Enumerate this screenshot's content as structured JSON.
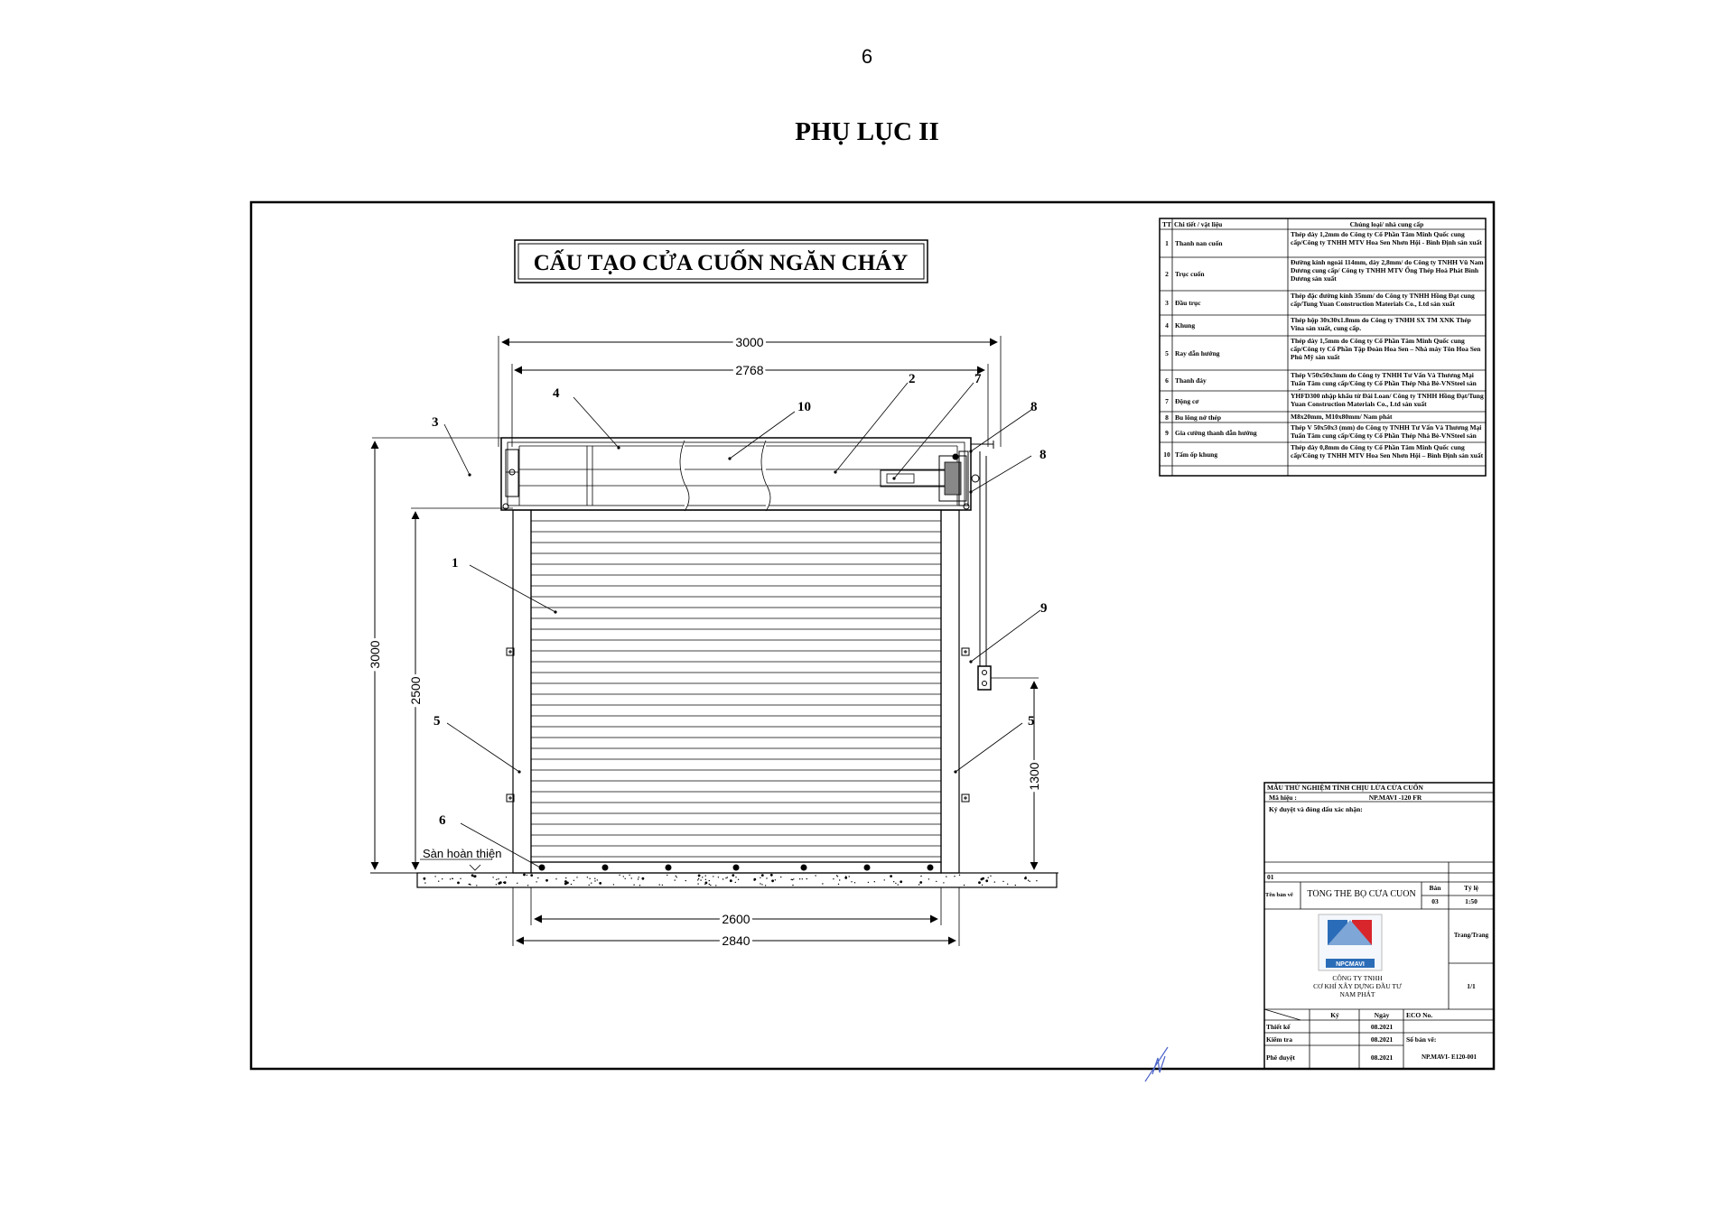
{
  "page": {
    "number": "6",
    "appendix_title": "PHỤ LỤC II"
  },
  "drawing": {
    "title": "CẤU TẠO CỬA CUỐN NGĂN CHÁY",
    "floor_label": "Sàn hoàn thiện",
    "dims": {
      "overall_width": "3000",
      "inner_width": "2768",
      "overall_height": "3000",
      "door_height": "2500",
      "control_height": "1300",
      "bottom_inner": "2600",
      "bottom_outer": "2840"
    },
    "callouts": [
      "1",
      "2",
      "3",
      "4",
      "5",
      "5",
      "6",
      "7",
      "8",
      "8",
      "9",
      "10"
    ]
  },
  "materials": {
    "headers": [
      "TT",
      "Chi tiết / vật liệu",
      "Chủng loại/ nhà cung cấp"
    ],
    "rows": [
      {
        "no": "1",
        "part": "Thanh nan cuốn",
        "spec": "Thép dày 1,2mm do Công ty Cổ Phần Tâm Minh Quốc cung cấp/Công ty TNHH MTV Hoa Sen Nhơn Hội - Bình Định sản xuất"
      },
      {
        "no": "2",
        "part": "Trục cuốn",
        "spec": "Đường kính ngoài 114mm, dày 2,8mm/ do Công ty TNHH Vũ Nam Dương cung cấp/ Công ty TNHH MTV Ống Thép Hoà Phát Bình Dương sản xuất"
      },
      {
        "no": "3",
        "part": "Đầu trục",
        "spec": "Thép đặc đường kính 35mm/ do Công ty TNHH Hồng Đạt cung cấp/Tung Yuan Construction Materials Co., Ltd sản xuất"
      },
      {
        "no": "4",
        "part": "Khung",
        "spec": "Thép hộp 30x30x1.8mm do Công ty TNHH SX TM XNK Thép Vina sản xuất, cung cấp."
      },
      {
        "no": "5",
        "part": "Ray dẫn hướng",
        "spec": "Thép dày 1,5mm do Công ty Cổ Phần Tâm Minh Quốc cung cấp/Công ty Cổ Phần Tập Đoàn Hoa Sen – Nhà máy Tôn Hoa Sen Phú Mỹ sản xuất"
      },
      {
        "no": "6",
        "part": "Thanh đáy",
        "spec": "Thép V50x50x3mm do Công ty TNHH Tư Vấn Và Thương Mại Tuấn Tâm cung cấp/Công ty Cổ Phần Thép Nhà Bè-VNSteel sản xuất."
      },
      {
        "no": "7",
        "part": "Động cơ",
        "spec": "YHFD300 nhập khẩu từ Đài Loan/ Công ty TNHH Hồng Đạt/Tung Yuan Construction Materials Co., Ltd sản xuất"
      },
      {
        "no": "8",
        "part": "Bu lông nở thép",
        "spec": "M8x20mm, M10x80mm/ Nam phát"
      },
      {
        "no": "9",
        "part": "Gia cường thanh dẫn hướng",
        "spec": "Thép V 50x50x3 (mm) do Công ty TNHH Tư Vấn Và Thương Mại Tuấn Tâm cung cấp/Công ty Cổ Phần Thép Nhà Bè-VNSteel sản xuất"
      },
      {
        "no": "10",
        "part": "Tấm ốp khung",
        "spec": "Thép dày 0,8mm do Công ty Cổ Phần Tâm Minh Quốc cung cấp/Công ty TNHH MTV Hoa Sen Nhơn Hội – Bình Định sản xuất"
      }
    ]
  },
  "title_block": {
    "sample_label": "MẪU THỬ NGHIỆM TÍNH CHỊU LỬA CỬA CUỐN",
    "code_label": "Mã hiệu :",
    "code_value": "NP.MAVI -120 FR",
    "approval_label": "Ký duyệt và đóng dấu xác nhận:",
    "revision": "01",
    "drawing_name_label": "Tên bản vẽ",
    "drawing_name": "TỔNG THỂ BỘ CỬA CUỐN",
    "sheet_label": "Bản",
    "sheet_value": "03",
    "scale_label": "Tỷ lệ",
    "scale_value": "1:50",
    "page_label": "Trang/Trang",
    "page_value": "1/1",
    "logo_text": "NPCMAVI",
    "company": [
      "CÔNG TY TNHH",
      "CƠ KHÍ XÂY DỰNG ĐẦU TƯ",
      "NAM PHÁT"
    ],
    "sign_col": "Ký",
    "date_col": "Ngày",
    "eco_label": "ECO No.",
    "drawing_no_label": "Số bản vẽ:",
    "drawing_no": "NP.MAVI- E120-001",
    "roles": [
      {
        "role": "Thiết kế",
        "date": "08.2021"
      },
      {
        "role": "Kiểm tra",
        "date": "08.2021"
      },
      {
        "role": "Phê duyệt",
        "date": "08.2021"
      }
    ]
  },
  "colors": {
    "logo_blue": "#2b6cb8",
    "logo_red": "#d8262c"
  }
}
